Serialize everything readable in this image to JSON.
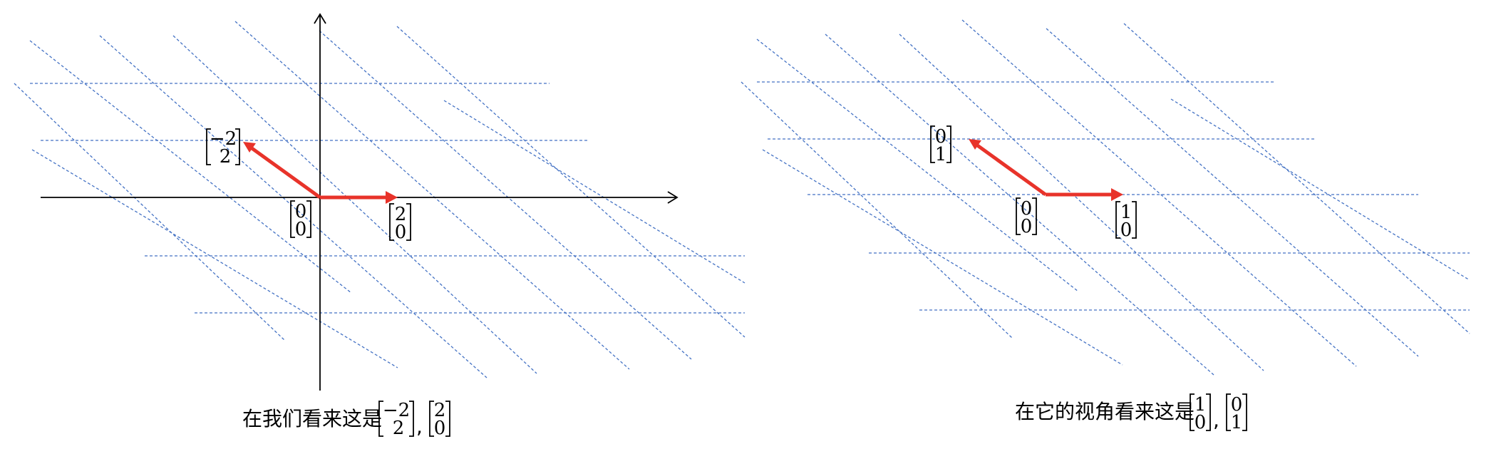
{
  "colors": {
    "grid": "#4472c4",
    "vector": "#e8332a",
    "axis": "#000000"
  },
  "left_panel": {
    "labels": {
      "origin": [
        "0",
        "0"
      ],
      "vec_x": [
        "2",
        "0"
      ],
      "vec_y": [
        "−2",
        "2"
      ]
    },
    "caption": {
      "prefix": "在我们看来这是",
      "m1": [
        "−2",
        "2"
      ],
      "sep": ",",
      "m2": [
        "2",
        "0"
      ]
    }
  },
  "right_panel": {
    "labels": {
      "origin": [
        "0",
        "0"
      ],
      "vec_x": [
        "1",
        "0"
      ],
      "vec_y": [
        "0",
        "1"
      ]
    },
    "caption": {
      "prefix": "在它的视角看来这是",
      "m1": [
        "1",
        "0"
      ],
      "sep": ",",
      "m2": [
        "0",
        "1"
      ]
    }
  }
}
